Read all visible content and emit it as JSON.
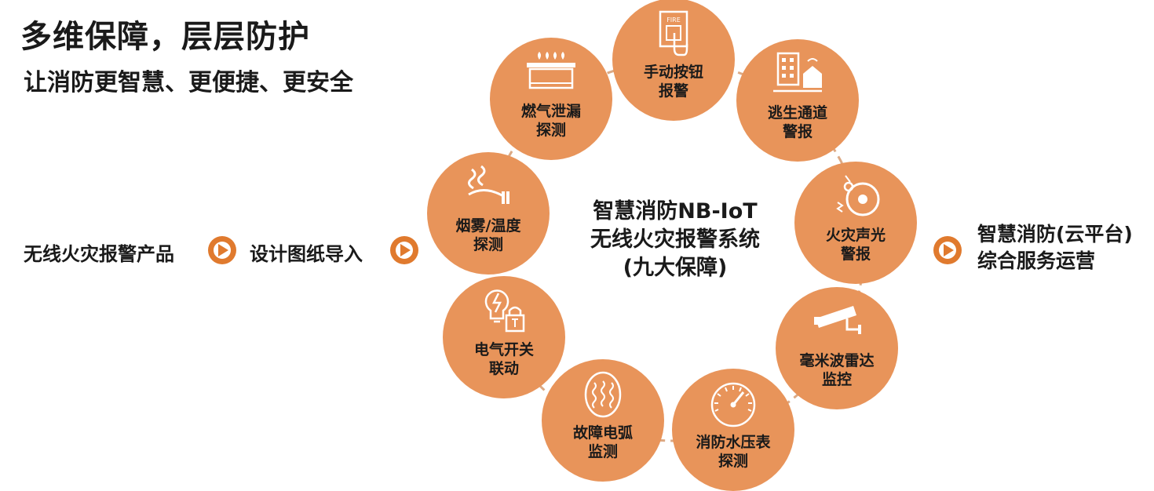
{
  "header": {
    "title": "多维保障，层层防护",
    "subtitle": "让消防更智慧、更便捷、更安全"
  },
  "flow": {
    "step1": "无线火灾报警产品",
    "step2": "设计图纸导入"
  },
  "center": {
    "line1": "智慧消防NB-IoT",
    "line2": "无线火灾报警系统",
    "line3": "(九大保障)"
  },
  "right": {
    "line1": "智慧消防(云平台)",
    "line2": "综合服务运营"
  },
  "nodes": [
    {
      "line1": "手动按钮",
      "line2": "报警",
      "icon": "fire-button-icon"
    },
    {
      "line1": "逃生通道",
      "line2": "警报",
      "icon": "building-alarm-icon"
    },
    {
      "line1": "火灾声光",
      "line2": "警报",
      "icon": "sound-light-alarm-icon"
    },
    {
      "line1": "毫米波雷达",
      "line2": "监控",
      "icon": "camera-icon"
    },
    {
      "line1": "消防水压表",
      "line2": "探测",
      "icon": "pressure-gauge-icon"
    },
    {
      "line1": "故障电弧",
      "line2": "监测",
      "icon": "arc-fault-icon"
    },
    {
      "line1": "电气开关",
      "line2": "联动",
      "icon": "electric-switch-icon"
    },
    {
      "line1": "烟雾/温度",
      "line2": "探测",
      "icon": "smoke-icon"
    },
    {
      "line1": "燃气泄漏",
      "line2": "探测",
      "icon": "gas-stove-icon"
    }
  ],
  "icon_labels": {
    "fire": "FIRE"
  },
  "colors": {
    "node_fill": "#e8945a",
    "arrow_fill": "#e07a2e",
    "ring_line": "#c0621f",
    "text": "#1a1a1a"
  }
}
